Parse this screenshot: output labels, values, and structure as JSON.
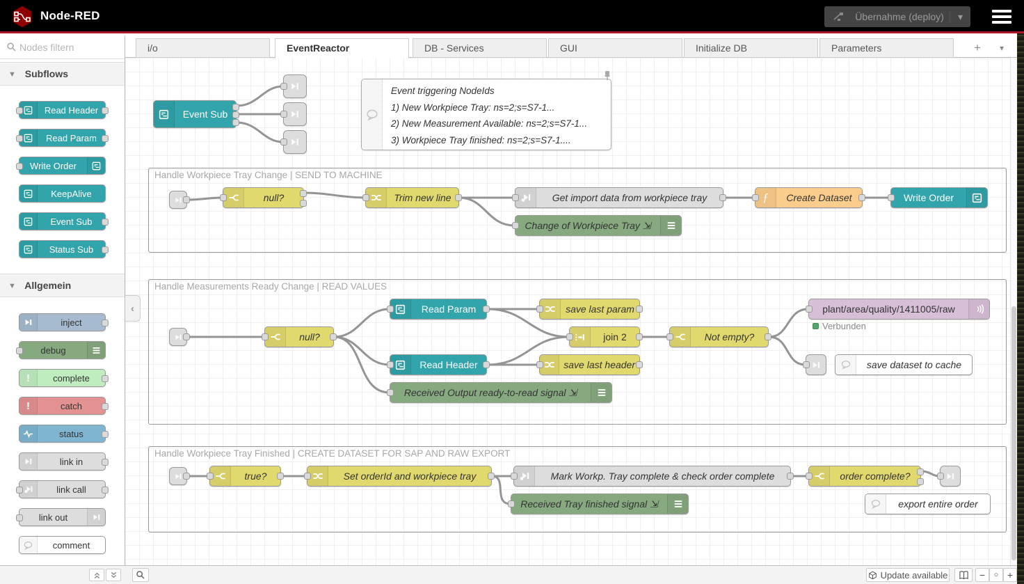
{
  "header": {
    "title": "Node-RED",
    "deploy_label": "Übernahme (deploy)"
  },
  "palette": {
    "search_placeholder": "Nodes filtern",
    "categories": [
      {
        "label": "Subflows",
        "items": [
          {
            "label": "Read Header"
          },
          {
            "label": "Read Param"
          },
          {
            "label": "Write Order"
          },
          {
            "label": "KeepAlive"
          },
          {
            "label": "Event Sub"
          },
          {
            "label": "Status Sub"
          }
        ]
      },
      {
        "label": "Allgemein",
        "items": [
          {
            "label": "inject"
          },
          {
            "label": "debug"
          },
          {
            "label": "complete"
          },
          {
            "label": "catch"
          },
          {
            "label": "status"
          },
          {
            "label": "link in"
          },
          {
            "label": "link call"
          },
          {
            "label": "link out"
          },
          {
            "label": "comment"
          }
        ]
      }
    ]
  },
  "tabs": {
    "items": [
      {
        "label": "i/o"
      },
      {
        "label": "EventReactor"
      },
      {
        "label": "DB - Services"
      },
      {
        "label": "GUI"
      },
      {
        "label": "Initialize DB"
      },
      {
        "label": "Parameters"
      }
    ]
  },
  "canvas": {
    "comment": {
      "lines": [
        "Event triggering NodeIds",
        "1) New Workpiece Tray: ns=2;s=S7-1...",
        "2) New Measurement Available: ns=2;s=S7-1...",
        "3) Workpiece Tray finished: ns=2;s=S7-1...."
      ]
    },
    "groups": [
      {
        "title": "Handle Workpiece Tray Change | SEND TO MACHINE"
      },
      {
        "title": "Handle Measurements Ready Change | READ VALUES"
      },
      {
        "title": "Handle Workpiece Tray Finished | CREATE DATASET FOR SAP AND RAW EXPORT"
      }
    ],
    "nodes": {
      "event_sub": "Event Sub",
      "null_q": "null?",
      "trim": "Trim new line",
      "get_import": "Get import data from workpiece tray",
      "create_dataset": "Create Dataset",
      "write_order": "Write Order",
      "dbg_change": "Change of Workpiece Tray ⇲",
      "read_param": "Read Param",
      "read_header": "Read Header",
      "save_param": "save last param",
      "save_header": "save last header",
      "join": "join 2",
      "not_empty": "Not empty?",
      "mqtt_topic": "plant/area/quality/1411005/raw",
      "mqtt_status": "Verbunden",
      "cmt_cache": "save dataset to cache",
      "dbg_ready": "Received Output ready-to-read signal ⇲",
      "true_q": "true?",
      "set_order": "Set orderId and workpiece tray",
      "mark_complete": "Mark Workp. Tray complete & check order complete",
      "order_complete": "order complete?",
      "cmt_export": "export entire order",
      "dbg_finished": "Received Tray finished signal ⇲"
    }
  },
  "footer": {
    "update_label": "Update available",
    "zoom_out": "−",
    "zoom_reset": "○",
    "zoom_in": "+"
  },
  "colors": {
    "accent_red": "#AD1625",
    "subflow_teal": "#31A4AC",
    "function_yellow": "#E2D96E",
    "function_orange": "#FBCD8C",
    "debug_green": "#87A980",
    "link_gray": "#DDDDDD",
    "inject_blue": "#A6BBCF",
    "complete_green": "#C0EDC0",
    "catch_red": "#E49191",
    "status_blue": "#7FB5D1",
    "mqtt_purple": "#D8BFD8",
    "connected_green": "#55A46F"
  }
}
